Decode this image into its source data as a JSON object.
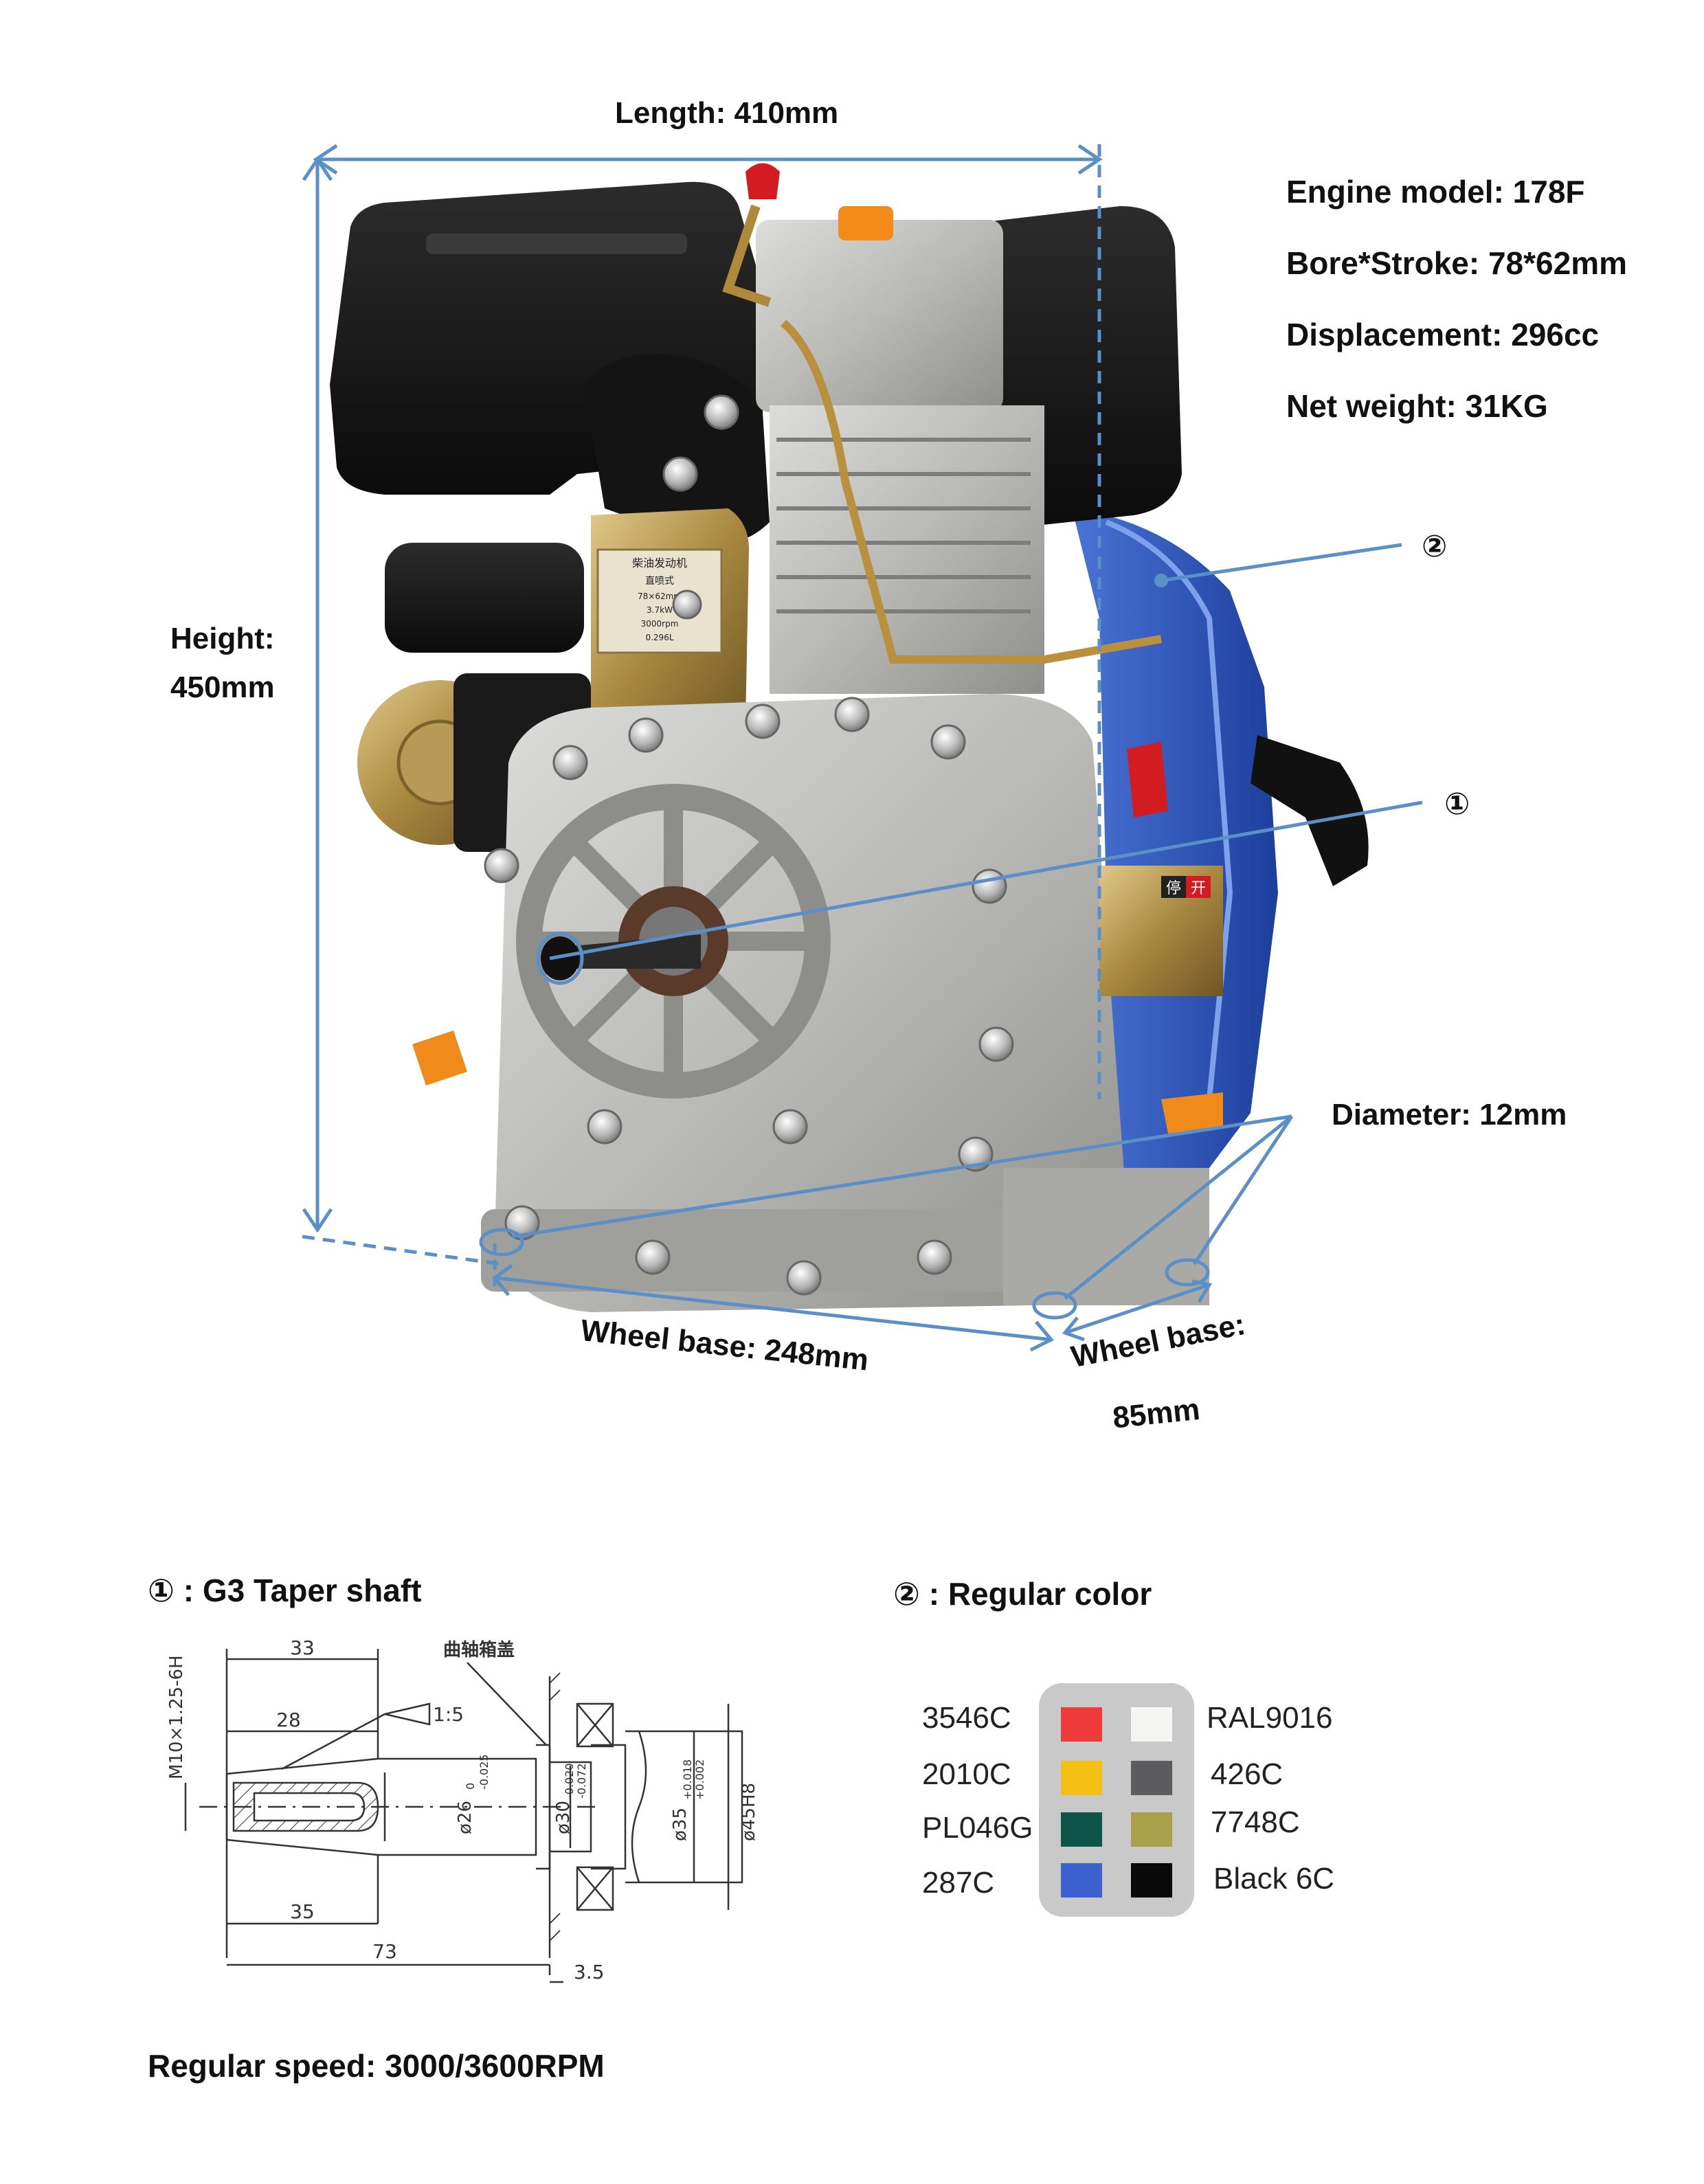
{
  "dimensions": {
    "length": "Length: 410mm",
    "height_label": "Height:",
    "height_value": "450mm",
    "wheel_base_long": "Wheel base: 248mm",
    "wheel_base_short_line1": "Wheel  base:",
    "wheel_base_short_line2": "85mm",
    "diameter": "Diameter: 12mm"
  },
  "specs": [
    "Engine model: 178F",
    "Bore*Stroke: 78*62mm",
    "Displacement: 296cc",
    "Net weight: 31KG"
  ],
  "callouts": {
    "one": "①",
    "two": "②"
  },
  "engine_plate": {
    "title": "柴油发动机",
    "type": "直喷式",
    "line1": "78×62mm",
    "line2": "3.7kW",
    "line3": "3000rpm",
    "line4": "0.296L"
  },
  "stop_plate": {
    "stop": "停",
    "open": "开"
  },
  "sections": {
    "taper_title": "① : G3 Taper shaft",
    "color_title": "② : Regular color"
  },
  "drawing": {
    "thread": "M10×1.25-6H",
    "dim_33": "33",
    "dim_28": "28",
    "dim_35": "35",
    "dim_73": "73",
    "dim_3_5": "3.5",
    "taper": "1:5",
    "cover_label": "曲轴箱盖",
    "d26": "ø26",
    "d26_tol_up": "0",
    "d26_tol_dn": "-0.025",
    "d30": "ø30",
    "d30_tol_up": "-0.020",
    "d30_tol_dn": "-0.072",
    "d35": "ø35",
    "d35_tol_up": "+0.018",
    "d35_tol_dn": "+0.002",
    "d45": "ø45H8"
  },
  "colors": {
    "left_names": [
      "3546C",
      "2010C",
      "PL046G",
      "287C"
    ],
    "right_names": [
      "RAL9016",
      "426C",
      "7748C",
      "Black 6C"
    ],
    "left_swatches": [
      "#ef3b3b",
      "#f5c013",
      "#0f5448",
      "#3c61cf"
    ],
    "right_swatches": [
      "#f5f5f2",
      "#5c5c5e",
      "#aaa14c",
      "#0a0a0a"
    ]
  },
  "footer": "Regular speed: 3000/3600RPM"
}
